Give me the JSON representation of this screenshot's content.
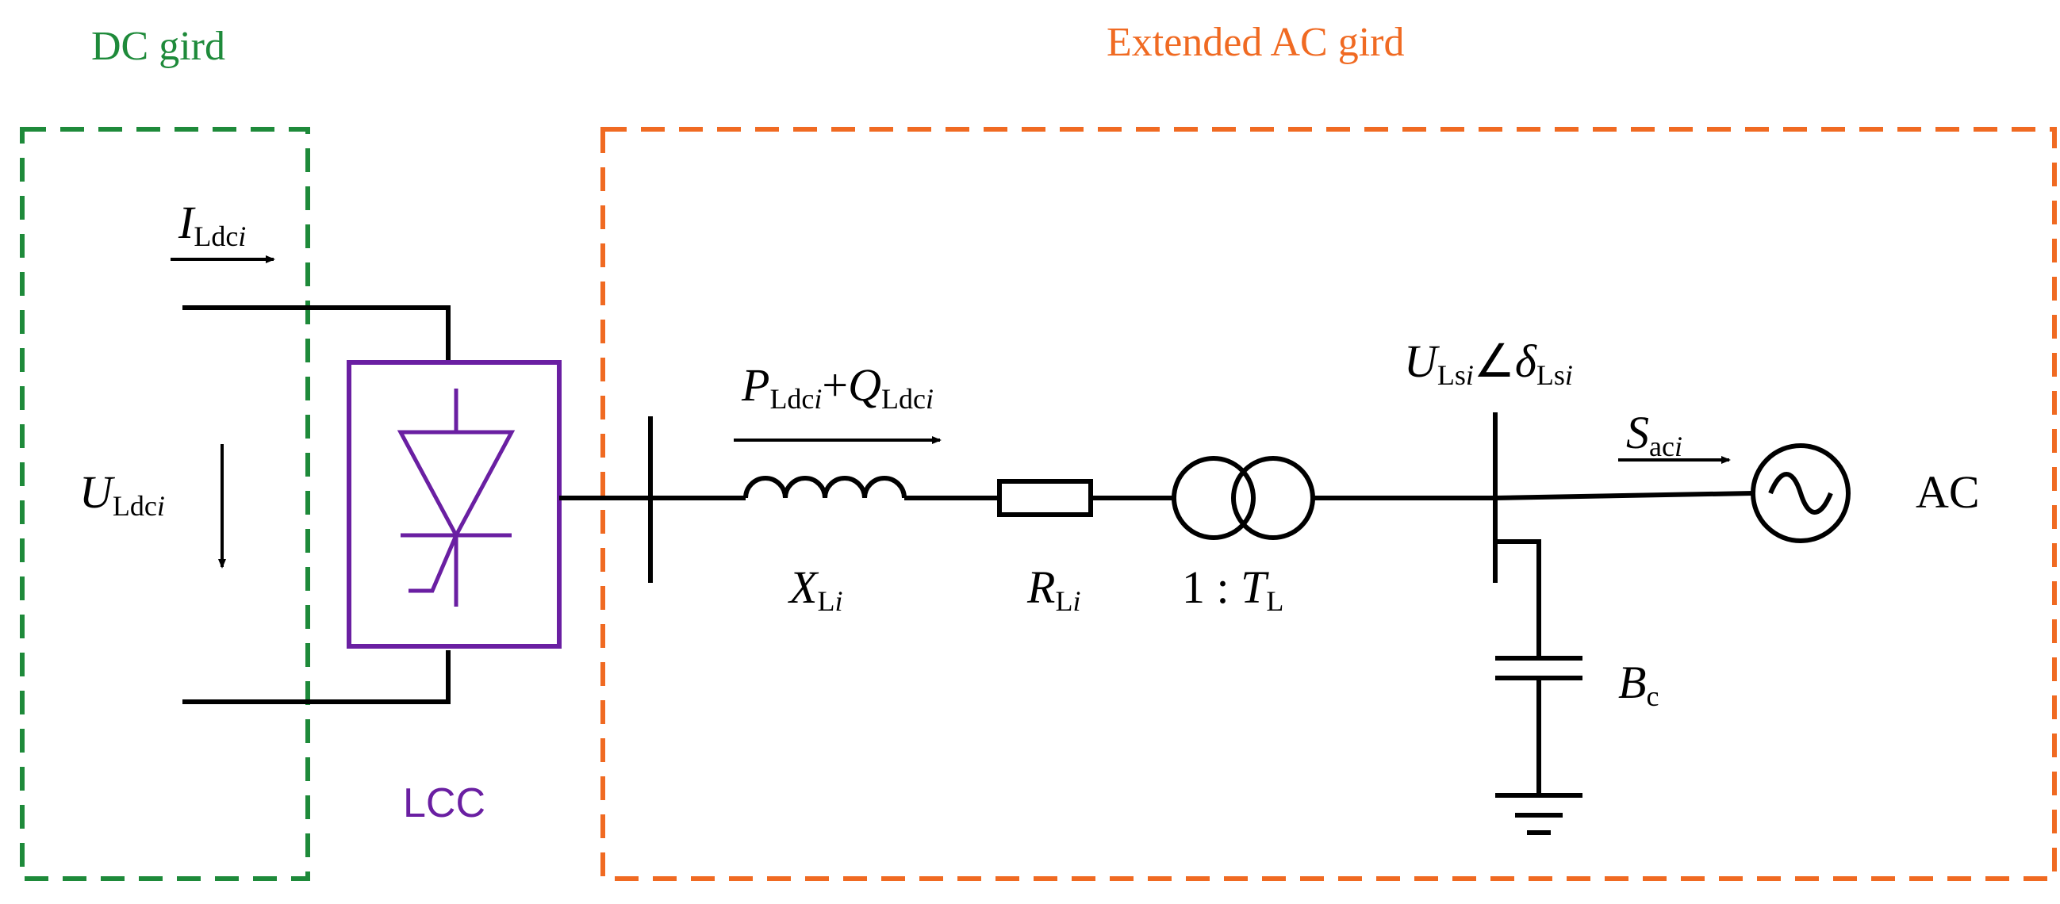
{
  "regions": {
    "dc": {
      "label": "DC gird",
      "color": "#1e8a3a"
    },
    "ac": {
      "label": "Extended AC gird",
      "color": "#f06a22"
    }
  },
  "converter": {
    "label": "LCC",
    "color": "#6a1fa2"
  },
  "symbols": {
    "i_ldc": {
      "main": "I",
      "sub": "Ldc",
      "idx": "i"
    },
    "u_ldc": {
      "main": "U",
      "sub": "Ldc",
      "idx": "i"
    },
    "p_ldc": {
      "main": "P",
      "sub": "Ldc",
      "idx": "i"
    },
    "plus": "+",
    "q_ldc": {
      "main": "Q",
      "sub": "Ldc",
      "idx": "i"
    },
    "x_l": {
      "main": "X",
      "sub": "L",
      "idx": "i"
    },
    "r_l": {
      "main": "R",
      "sub": "L",
      "idx": "i"
    },
    "ratio": {
      "prefix": "1 : ",
      "main": "T",
      "sub": "L"
    },
    "u_ls": {
      "main": "U",
      "sub": "Ls",
      "idx": "i"
    },
    "angle": "∠",
    "delta_ls": {
      "main": "δ",
      "sub": "Ls",
      "idx": "i"
    },
    "s_ac": {
      "main": "S",
      "sub": "ac",
      "idx": "i"
    },
    "b_c": {
      "main": "B",
      "sub": "c"
    }
  },
  "ac_source_label": "AC",
  "line_color": "#000000"
}
